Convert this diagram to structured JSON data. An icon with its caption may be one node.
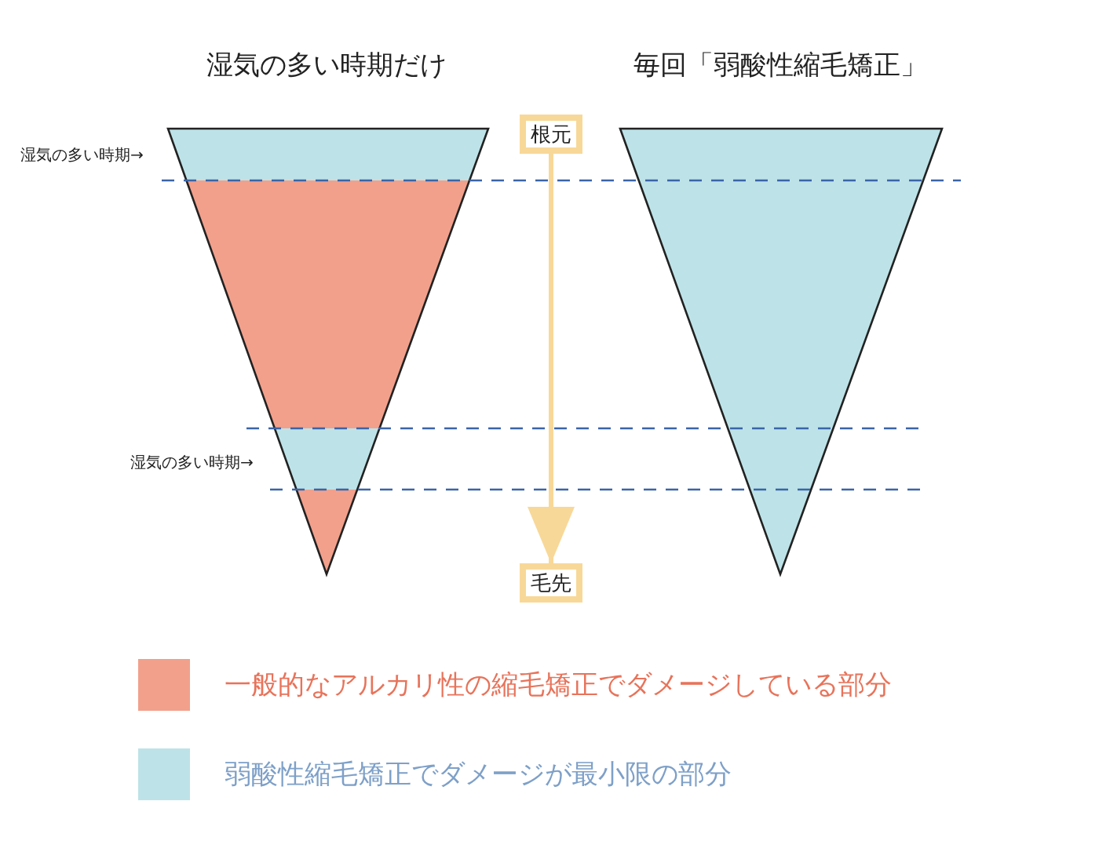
{
  "diagram": {
    "nodes": [
      {
        "text": [
          "根元"
        ]
      },
      {
        "text": [
          "毛先"
        ]
      }
    ],
    "edges": [
      {
        "from": 0,
        "to": 1,
        "arrow": "to"
      }
    ],
    "labels": [
      "湿気の多い時期だけ",
      "毎回「弱酸性縮毛矯正」",
      "湿気の多い時期→",
      "湿気の多い時期→"
    ],
    "legend": [
      {
        "text": "一般的なアルカリ性の縮毛矯正でダメージしている部分",
        "color": "#f2a08c"
      },
      {
        "text": "弱酸性縮毛矯正でダメージが最小限の部分",
        "color": "#bde3e8"
      }
    ]
  }
}
